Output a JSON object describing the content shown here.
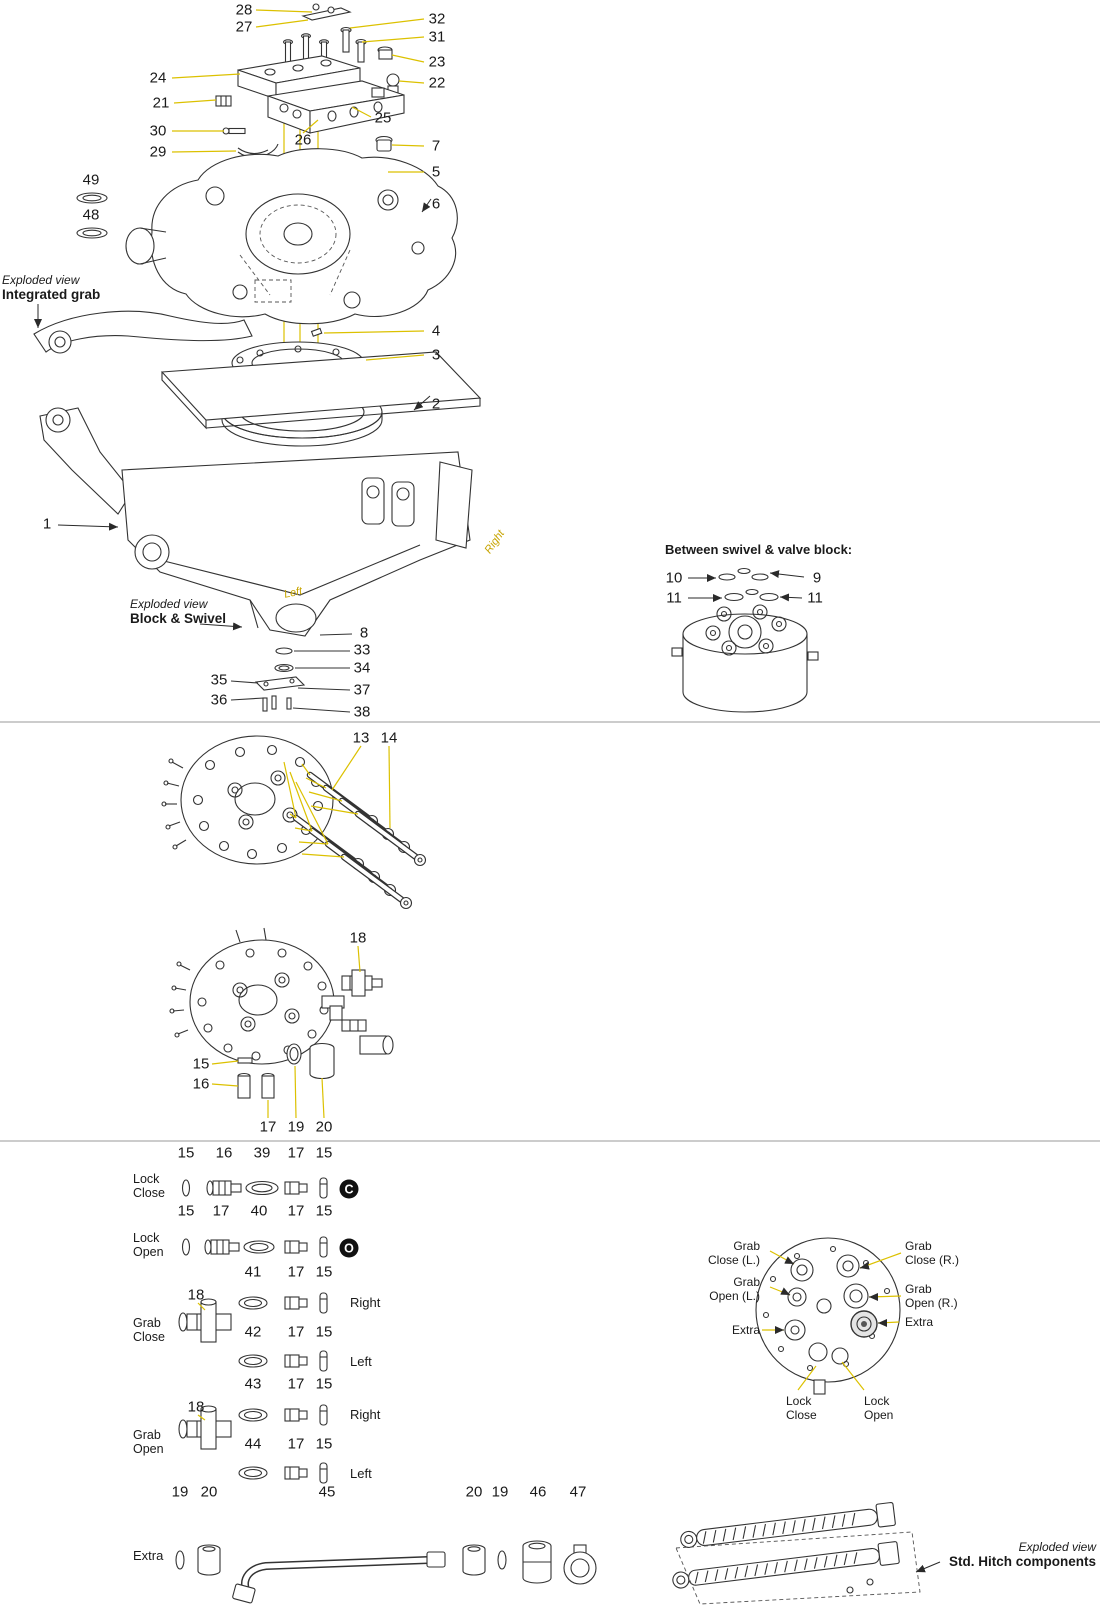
{
  "colors": {
    "ink": "#1a1a1a",
    "leader_yellow": "#dcc100",
    "divider_gray": "#9a9a9a",
    "badge_bg": "#111111",
    "badge_fg": "#ffffff",
    "orientation_text": "#c7a400"
  },
  "top": {
    "callouts": {
      "n1": "1",
      "n2": "2",
      "n3": "3",
      "n4": "4",
      "n5": "5",
      "n6": "6",
      "n7": "7",
      "n8": "8",
      "n21": "21",
      "n22": "22",
      "n23": "23",
      "n24": "24",
      "n25": "25",
      "n26": "26",
      "n27": "27",
      "n28": "28",
      "n29": "29",
      "n30": "30",
      "n31": "31",
      "n32": "32",
      "n33": "33",
      "n34": "34",
      "n35": "35",
      "n36": "36",
      "n37": "37",
      "n38": "38",
      "n48": "48",
      "n49": "49"
    },
    "integrated_grab": {
      "kicker": "Exploded view",
      "title": "Integrated grab"
    },
    "block_swivel": {
      "kicker": "Exploded view",
      "title": "Block & Swivel"
    },
    "orientation": {
      "right": "Right",
      "left": "Left"
    },
    "between": {
      "title": "Between swivel & valve block:",
      "n10": "10",
      "n11_left": "11",
      "n9": "9",
      "n11_right": "11"
    }
  },
  "middle": {
    "callouts": {
      "n13": "13",
      "n14": "14",
      "n18": "18",
      "n15": "15",
      "n16": "16",
      "n17": "17",
      "n19": "19",
      "n20": "20"
    }
  },
  "bottom": {
    "lock_close": {
      "label1": "Lock",
      "label2": "Close",
      "nums": [
        "15",
        "16",
        "39",
        "17",
        "15"
      ],
      "badge": "C"
    },
    "lock_open": {
      "label1": "Lock",
      "label2": "Open",
      "nums": [
        "15",
        "17",
        "40",
        "17",
        "15"
      ],
      "badge": "O"
    },
    "grab_close": {
      "label1": "Grab",
      "label2": "Close",
      "n18": "18",
      "row_right": {
        "nums": [
          "41",
          "17",
          "15"
        ],
        "side": "Right"
      },
      "row_left": {
        "nums": [
          "42",
          "17",
          "15"
        ],
        "side": "Left"
      }
    },
    "grab_open": {
      "label1": "Grab",
      "label2": "Open",
      "n18": "18",
      "row_right": {
        "nums": [
          "43",
          "17",
          "15"
        ],
        "side": "Right"
      },
      "row_left": {
        "nums": [
          "44",
          "17",
          "15"
        ],
        "side": "Left"
      }
    },
    "extra": {
      "label": "Extra",
      "n19": "19",
      "n20": "20",
      "n45": "45",
      "n20b": "20",
      "n19b": "19",
      "n46": "46",
      "n47": "47"
    },
    "hitch": {
      "grab_close_l": {
        "l1": "Grab",
        "l2": "Close (L.)"
      },
      "grab_open_l": {
        "l1": "Grab",
        "l2": "Open (L.)"
      },
      "extra_left": "Extra",
      "grab_close_r": {
        "l1": "Grab",
        "l2": "Close (R.)"
      },
      "grab_open_r": {
        "l1": "Grab",
        "l2": "Open (R.)"
      },
      "extra_right": "Extra",
      "lock_close": {
        "l1": "Lock",
        "l2": "Close"
      },
      "lock_open": {
        "l1": "Lock",
        "l2": "Open"
      }
    },
    "std_hitch": {
      "kicker": "Exploded view",
      "title": "Std. Hitch components"
    }
  }
}
